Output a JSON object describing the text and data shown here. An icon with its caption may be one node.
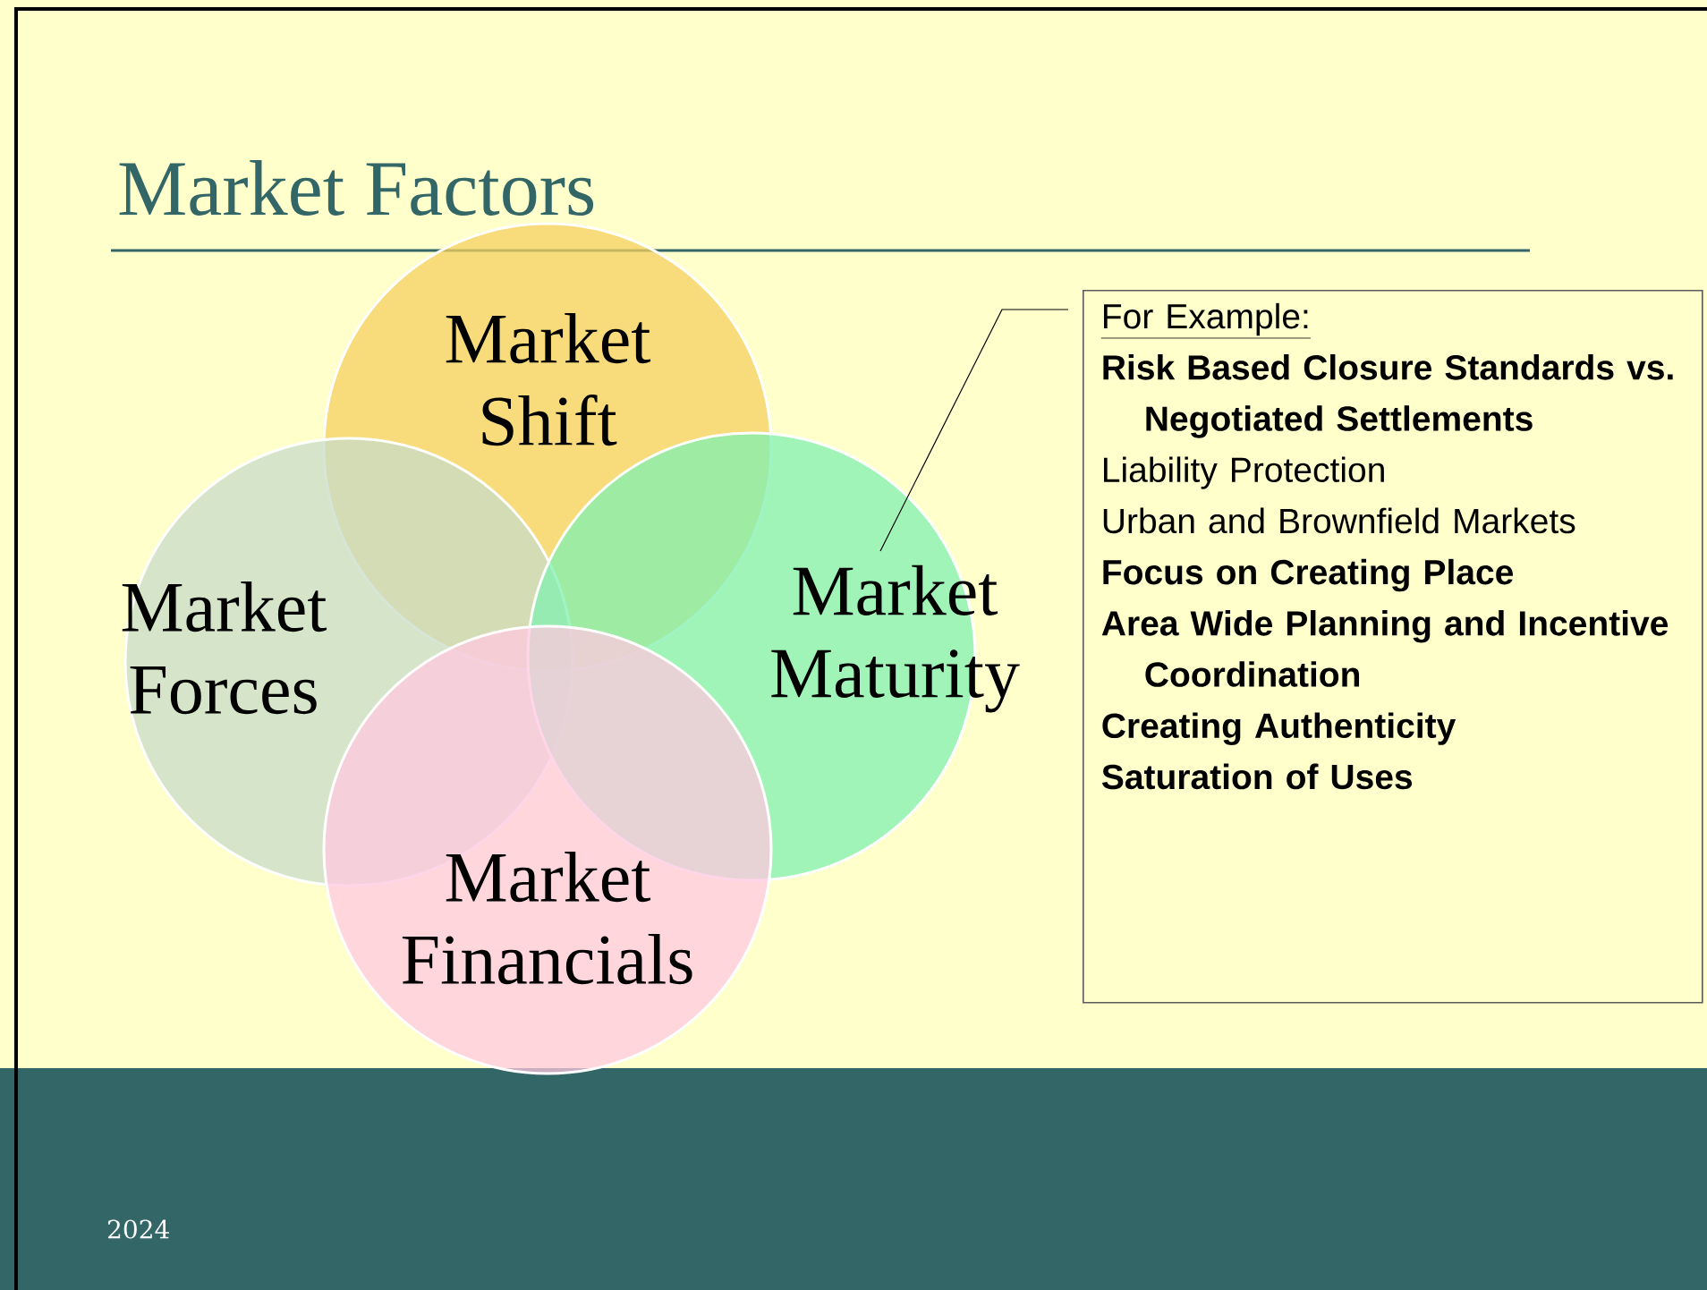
{
  "diagram": {
    "title": "Market Factors",
    "nodes": [
      {
        "text": [
          "Market Shift"
        ]
      },
      {
        "text": [
          "Market Forces"
        ]
      },
      {
        "text": [
          "Market Maturity"
        ]
      },
      {
        "text": [
          "Market Financials"
        ]
      },
      {
        "text": [
          "For Example:",
          "**Risk Based Closure Standards vs. Negotiated Settlements**",
          "Liability Protection",
          "Urban and Brownfield Markets",
          "**Focus on Creating Place**",
          "**Area Wide Planning and Incentive Coordination**",
          "**Creating Authenticity**",
          "**Saturation of Uses**"
        ]
      }
    ],
    "edges": [
      {
        "from": 4,
        "to": 2,
        "arrow": "none"
      }
    ],
    "labels": [
      "2024"
    ]
  }
}
